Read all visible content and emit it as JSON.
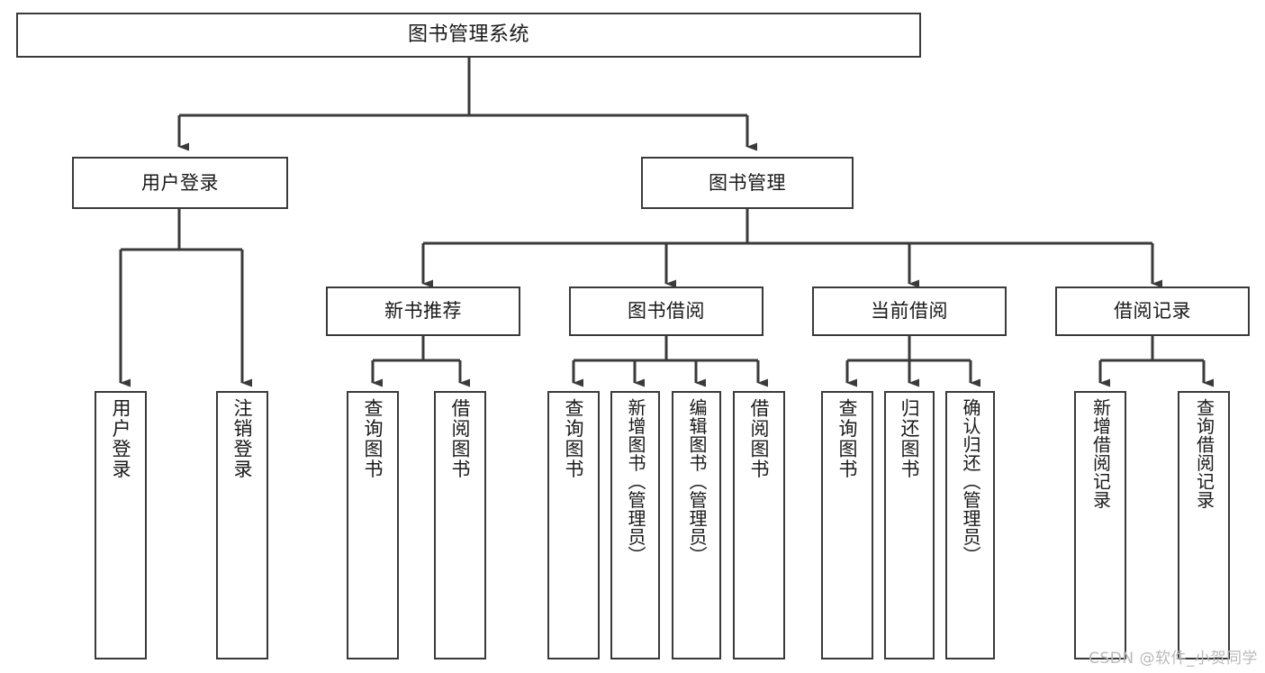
{
  "diagram": {
    "type": "tree",
    "title": "图书管理系统",
    "colors": {
      "stroke": "#3a3a3a",
      "fill": "#ffffff",
      "text": "#1a1a1a",
      "watermark": "#b9b9b9"
    },
    "root": {
      "label": "图书管理系统"
    },
    "level2": [
      {
        "key": "user_login",
        "label": "用户登录"
      },
      {
        "key": "book_manage",
        "label": "图书管理"
      }
    ],
    "level3": [
      {
        "key": "new_book_rec",
        "label": "新书推荐"
      },
      {
        "key": "book_borrow",
        "label": "图书借阅"
      },
      {
        "key": "current_borrow",
        "label": "当前借阅"
      },
      {
        "key": "borrow_record",
        "label": "借阅记录"
      }
    ],
    "leaves": {
      "user_login": [
        {
          "label": "用户登录"
        },
        {
          "label": "注销登录"
        }
      ],
      "new_book_rec": [
        {
          "label": "查询图书"
        },
        {
          "label": "借阅图书"
        }
      ],
      "book_borrow": [
        {
          "label": "查询图书"
        },
        {
          "label": "新增图书（管理员）"
        },
        {
          "label": "编辑图书（管理员）"
        },
        {
          "label": "借阅图书"
        }
      ],
      "current_borrow": [
        {
          "label": "查询图书"
        },
        {
          "label": "归还图书"
        },
        {
          "label": "确认归还（管理员）"
        }
      ],
      "borrow_record": [
        {
          "label": "新增借阅记录"
        },
        {
          "label": "查询借阅记录"
        }
      ]
    }
  },
  "watermark": {
    "text": "CSDN @软件_小贺同学"
  }
}
